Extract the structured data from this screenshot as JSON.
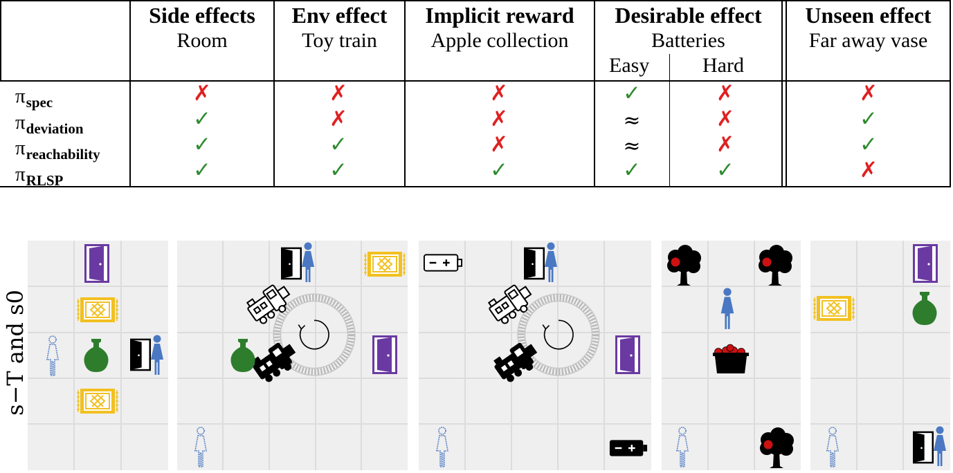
{
  "table": {
    "columns": [
      {
        "title": "Side effects",
        "subtitle": "Room"
      },
      {
        "title": "Env effect",
        "subtitle": "Toy train"
      },
      {
        "title": "Implicit reward",
        "subtitle": "Apple collection"
      },
      {
        "title": "Desirable effect",
        "subtitle": "Batteries",
        "subcolumns": [
          "Easy",
          "Hard"
        ]
      },
      {
        "title": "Unseen effect",
        "subtitle": "Far away vase"
      }
    ],
    "rows": [
      {
        "symbol": "π",
        "subscript": "spec",
        "results": [
          "✗",
          "✗",
          "✗",
          "✓",
          "✗",
          "✗"
        ]
      },
      {
        "symbol": "π",
        "subscript": "deviation",
        "results": [
          "✓",
          "✗",
          "✗",
          "≈",
          "✗",
          "✓"
        ]
      },
      {
        "symbol": "π",
        "subscript": "reachability",
        "results": [
          "✓",
          "✓",
          "✗",
          "≈",
          "✗",
          "✓"
        ]
      },
      {
        "symbol": "π",
        "subscript": "RLSP",
        "results": [
          "✓",
          "✓",
          "✓",
          "✓",
          "✓",
          "✗"
        ]
      }
    ]
  },
  "figure": {
    "ylabel": "s−T and s0",
    "colors": {
      "cell": "#efefef",
      "gridline": "#dcdcdc",
      "door": "#6a3aa2",
      "rug": "#f2c020",
      "vase": "#2d7d2d",
      "person": "#4a78c2",
      "apple": "#cc1111"
    },
    "icons": [
      "human-outline-icon",
      "human-icon",
      "door-icon",
      "rug-icon",
      "vase-icon",
      "train-icon",
      "track-icon",
      "battery-icon",
      "apple-tree-icon",
      "basket-icon"
    ]
  }
}
